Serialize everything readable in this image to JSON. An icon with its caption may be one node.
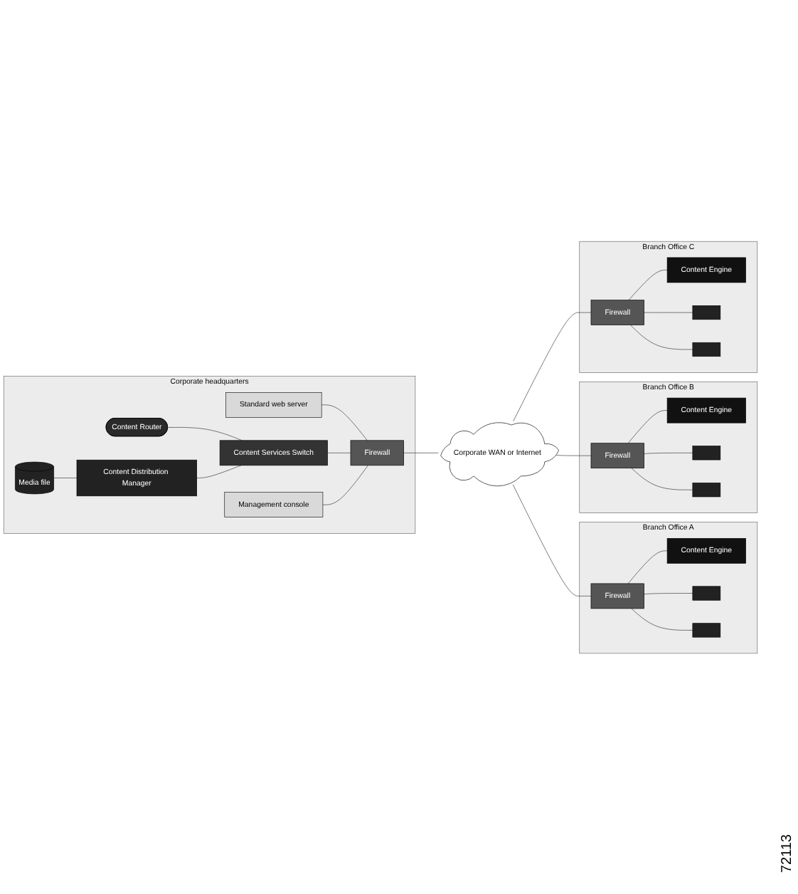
{
  "diagram": {
    "nodes": [
      {
        "text": [
          "Corporate headquarters"
        ]
      },
      {
        "text": [
          "Standard web server"
        ],
        "in": 0
      },
      {
        "text": [
          "Content Router"
        ],
        "in": 0
      },
      {
        "text": [
          "Content Services Switch"
        ],
        "in": 0
      },
      {
        "text": [
          "Firewall"
        ],
        "in": 0
      },
      {
        "text": [
          "Media file"
        ],
        "in": 0
      },
      {
        "text": [
          "Content Distribution Manager"
        ],
        "in": 0
      },
      {
        "text": [
          "Management console"
        ],
        "in": 0
      },
      {
        "text": [
          "Corporate WAN or Internet"
        ]
      },
      {
        "text": [
          "Branch Office A"
        ]
      },
      {
        "text": [
          "Content Engine"
        ],
        "in": 9
      },
      {
        "text": [
          "Firewall"
        ],
        "in": 9
      },
      {
        "text": [],
        "shape": "computer",
        "in": 9
      },
      {
        "text": [],
        "shape": "computer",
        "in": 9
      },
      {
        "text": [
          "Branch Office B"
        ]
      },
      {
        "text": [
          "Content Engine"
        ],
        "in": 14
      },
      {
        "text": [
          "Firewall"
        ],
        "in": 14
      },
      {
        "text": [],
        "shape": "computer",
        "in": 14
      },
      {
        "text": [],
        "shape": "computer",
        "in": 14
      },
      {
        "text": [
          "Branch Office C"
        ]
      },
      {
        "text": [
          "Content Engine"
        ],
        "in": 19
      },
      {
        "text": [],
        "shape": "computer",
        "in": 19
      },
      {
        "text": [
          "Firewall"
        ],
        "in": 19
      },
      {
        "text": [],
        "shape": "computer",
        "in": 19
      }
    ],
    "edges": [
      {
        "from": 5,
        "to": 6,
        "arrow": "none"
      },
      {
        "from": 2,
        "to": 3,
        "arrow": "none"
      },
      {
        "from": 6,
        "to": 3,
        "arrow": "none"
      },
      {
        "from": 1,
        "to": 4,
        "arrow": "none"
      },
      {
        "from": 3,
        "to": 4,
        "arrow": "none"
      },
      {
        "from": 7,
        "to": 4,
        "arrow": "none"
      },
      {
        "from": 4,
        "to": 8,
        "arrow": "none"
      },
      {
        "from": 8,
        "to": 11,
        "arrow": "none"
      },
      {
        "from": 8,
        "to": 16,
        "arrow": "none"
      },
      {
        "from": 8,
        "to": 22,
        "arrow": "none"
      },
      {
        "from": 11,
        "to": 10,
        "arrow": "none"
      },
      {
        "from": 11,
        "to": 12,
        "arrow": "none"
      },
      {
        "from": 11,
        "to": 13,
        "arrow": "none"
      },
      {
        "from": 16,
        "to": 15,
        "arrow": "none"
      },
      {
        "from": 16,
        "to": 17,
        "arrow": "none"
      },
      {
        "from": 16,
        "to": 18,
        "arrow": "none"
      },
      {
        "from": 22,
        "to": 20,
        "arrow": "none"
      },
      {
        "from": 22,
        "to": 21,
        "arrow": "none"
      },
      {
        "from": 22,
        "to": 23,
        "arrow": "none"
      }
    ],
    "labels": [
      "72113"
    ]
  }
}
